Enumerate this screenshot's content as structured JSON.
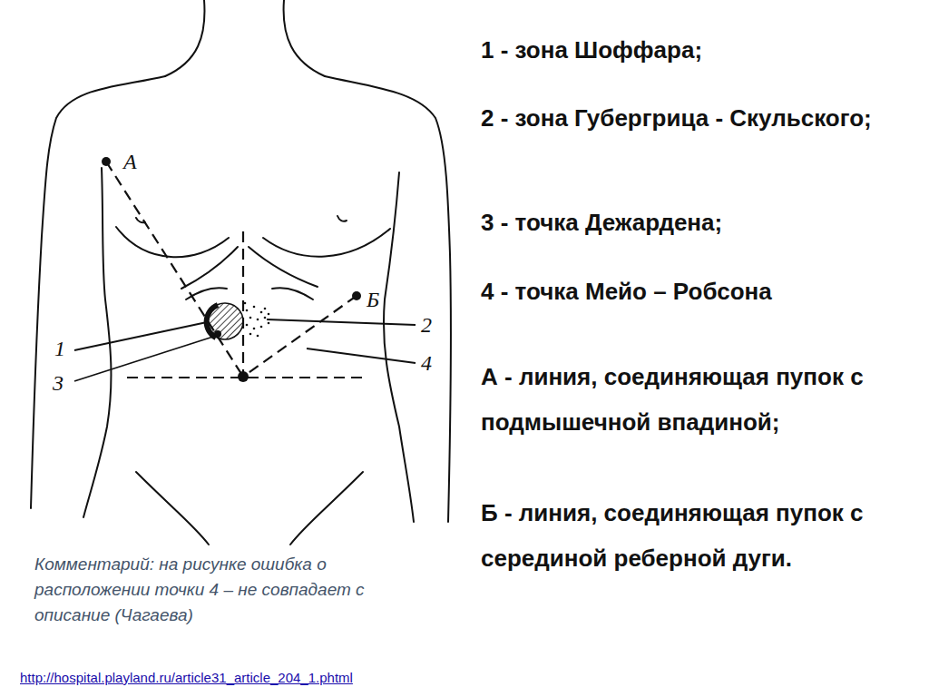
{
  "diagram": {
    "labels": [
      "А",
      "Б",
      "1",
      "2",
      "3",
      "4",
      "1 - зона Шоффара;",
      "2 - зона Губергрица - Скульского;",
      "3 - точка Дежардена;",
      "4 - точка Мейо – Робсона",
      "А - линия, соединяющая пупок с подмышечной впадиной;",
      "Б - линия, соединяющая пупок с серединой реберной дуги.",
      "Комментарий: на рисунке ошибка о расположении точки 4 – не совпадает с описание (Чагаева)",
      "http://hospital.playland.ru/article31_article_204_1.phtml"
    ]
  }
}
